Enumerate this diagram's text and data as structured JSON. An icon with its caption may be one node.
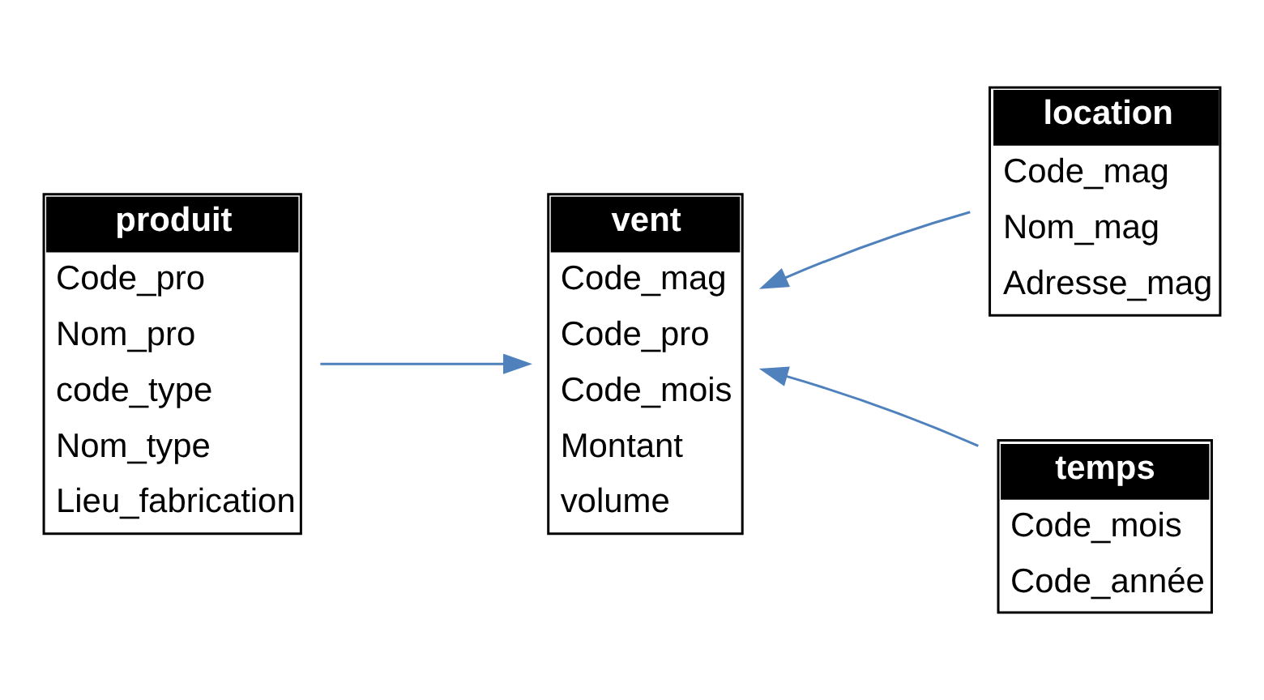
{
  "diagram": {
    "nodes": [
      {
        "text": [
          "produit",
          "Code_pro",
          "Nom_pro",
          "code_type",
          "Nom_type",
          "Lieu_fabrication"
        ]
      },
      {
        "text": [
          "vent",
          "Code_mag",
          "Code_pro",
          "Code_mois",
          "Montant",
          "volume"
        ]
      },
      {
        "text": [
          "location",
          "Code_mag",
          "Nom_mag",
          "Adresse_mag"
        ]
      },
      {
        "text": [
          "temps",
          "Code_mois",
          "Code_année"
        ]
      }
    ],
    "edges": [
      {
        "from": 0,
        "to": 1,
        "arrow": "to",
        "color": "#4f81bd"
      },
      {
        "from": 2,
        "to": 1,
        "arrow": "to",
        "color": "#4f81bd"
      },
      {
        "from": 3,
        "to": 1,
        "arrow": "to",
        "color": "#4f81bd"
      }
    ]
  }
}
